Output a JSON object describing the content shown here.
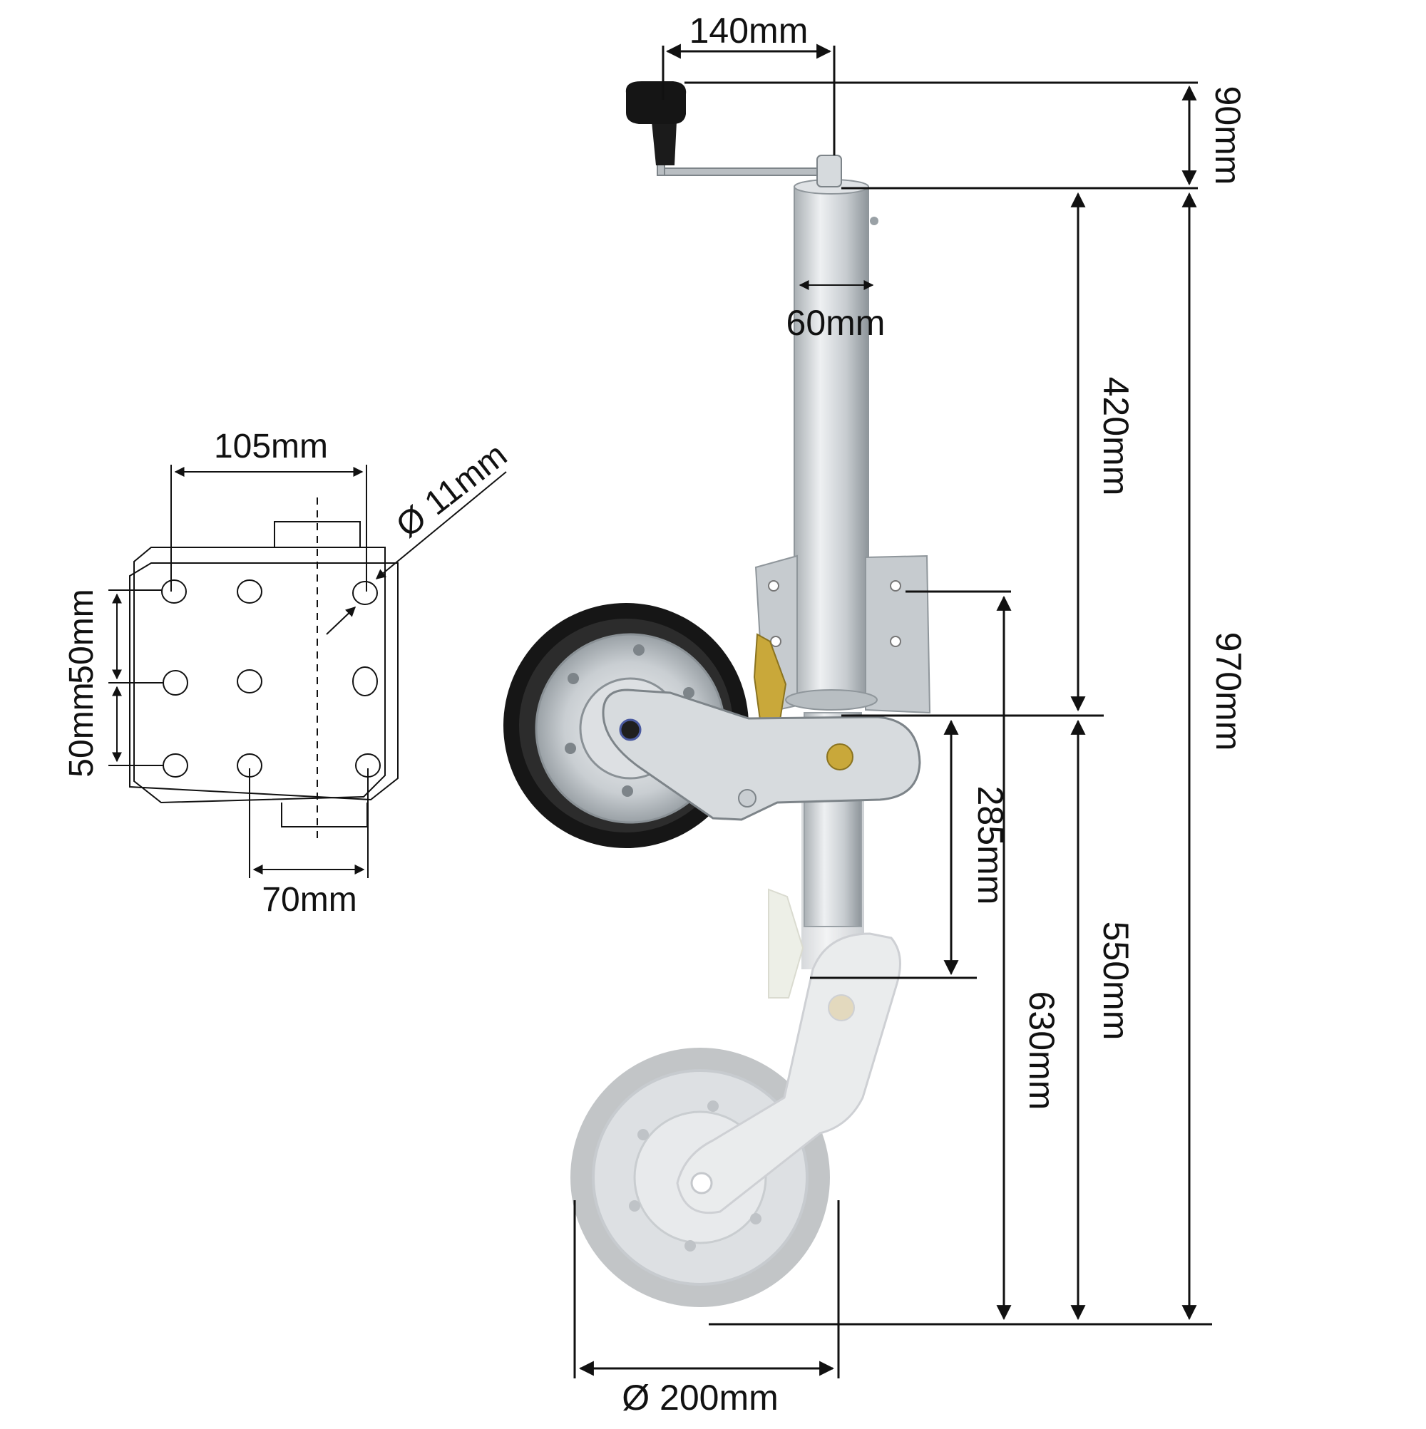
{
  "dimensions": {
    "crank_reach": "140mm",
    "handle_height": "90mm",
    "tube_diameter": "60mm",
    "upper_length": "420mm",
    "overall_height": "970mm",
    "wheel_to_plate": "285mm",
    "lower_length": "550mm",
    "plate_to_ground": "630mm",
    "wheel_diameter": "Ø 200mm"
  },
  "mount_plate": {
    "width": "105mm",
    "hole_diameter": "Ø 11mm",
    "upper_spacing": "50mm",
    "lower_spacing": "50mm",
    "bottom_spacing": "70mm"
  },
  "colors": {
    "line": "#111111",
    "steel": "#cfd4d8",
    "steel_dark": "#9aa1a6",
    "tyre": "#1a1a1a",
    "ghost": "#d9dcdf",
    "brass": "#c9a83a"
  }
}
